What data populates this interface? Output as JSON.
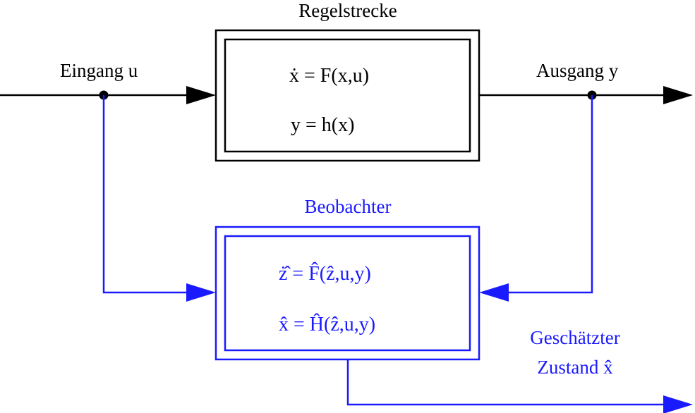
{
  "plant": {
    "title": "Regelstrecke",
    "eq1": "ẋ = F(x,u)",
    "eq2": "y = h(x)"
  },
  "observer": {
    "title": "Beobachter",
    "eq1": "ż̂ = F̂(ẑ,u,y)",
    "eq2": "x̂ = Ĥ(ẑ,u,y)"
  },
  "labels": {
    "input": "Eingang u",
    "output": "Ausgang y",
    "estimate_line1": "Geschätzter",
    "estimate_line2": "Zustand x̂"
  },
  "colors": {
    "plant": "#000000",
    "observer": "#1a1aff"
  }
}
